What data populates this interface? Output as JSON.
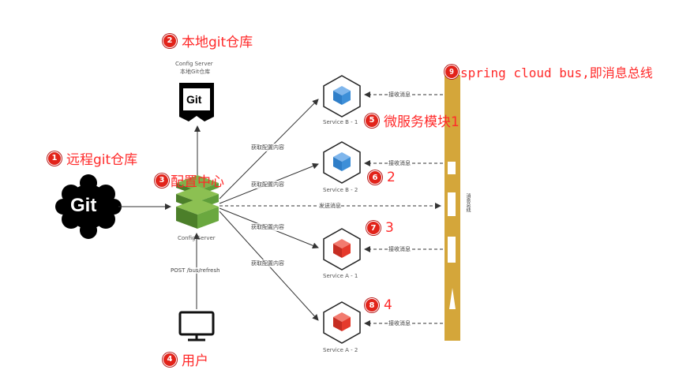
{
  "annotations": [
    {
      "num": "1",
      "text": "远程git仓库"
    },
    {
      "num": "2",
      "text": "本地git仓库"
    },
    {
      "num": "3",
      "text": "配置中心"
    },
    {
      "num": "4",
      "text": "用户"
    },
    {
      "num": "5",
      "text": "微服务模块1"
    },
    {
      "num": "6",
      "text": "2"
    },
    {
      "num": "7",
      "text": "3"
    },
    {
      "num": "8",
      "text": "4"
    },
    {
      "num": "9",
      "text": "spring cloud bus,即消息总线"
    }
  ],
  "config_server_top_label_line1": "Config Server",
  "config_server_top_label_line2": "本地Git仓库",
  "config_server_label": "Config Server",
  "git_icon_text": "Git",
  "remote_git_text": "Git",
  "services": [
    "Service B - 1",
    "Service B - 2",
    "Service A - 1",
    "Service A - 2"
  ],
  "edge_fetch_label": "获取配置内容",
  "edge_receive_label": "接收消息",
  "edge_send_label": "发送消息",
  "user_edge_label": "POST /bus/refresh",
  "bus_label": "消息总线",
  "colors": {
    "service_b": "#3d8fd8",
    "service_a": "#e53a2c",
    "bus": "#d4a63a",
    "annotation": "#ff2a2a",
    "config_green": "#5f9e3a"
  }
}
